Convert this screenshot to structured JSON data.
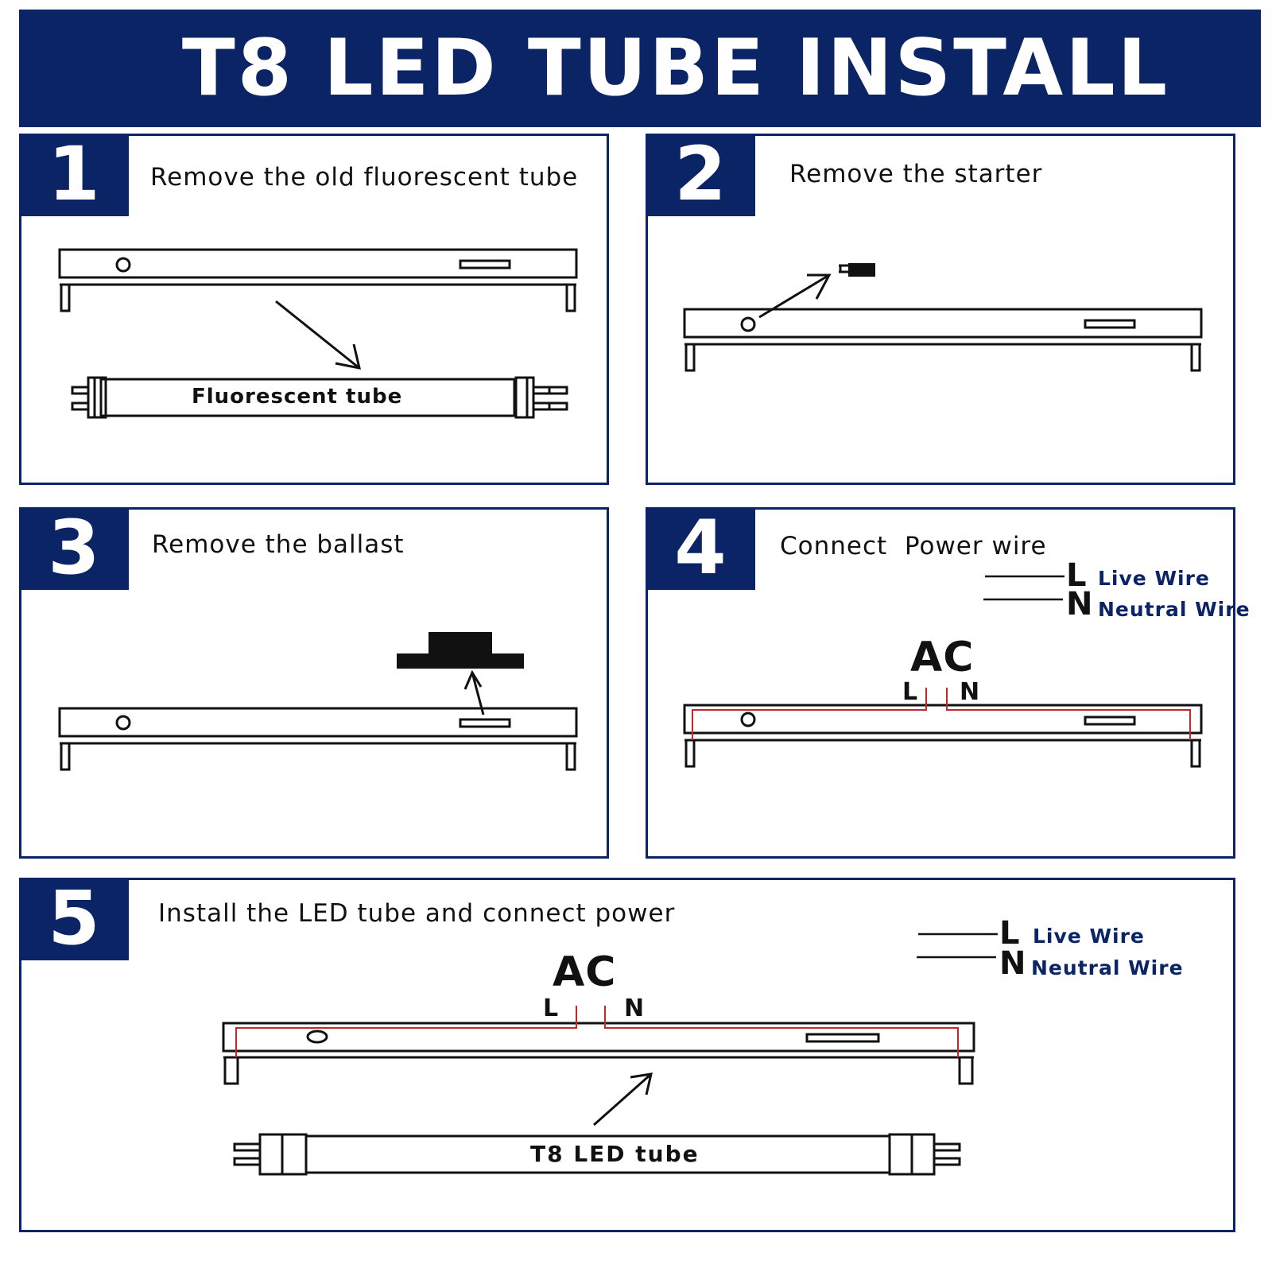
{
  "header": {
    "title": "T8 LED TUBE INSTALL"
  },
  "steps": [
    {
      "number": "1",
      "text": "Remove the old fluorescent tube",
      "tube_label": "Fluorescent tube"
    },
    {
      "number": "2",
      "text": "Remove the starter"
    },
    {
      "number": "3",
      "text": "Remove the ballast"
    },
    {
      "number": "4",
      "text": "Connect  Power wire",
      "ac": "AC",
      "l": "L",
      "n": "N",
      "legend": {
        "l_mark": "L",
        "l_text": "Live Wire",
        "n_mark": "N",
        "n_text": "Neutral Wire"
      }
    },
    {
      "number": "5",
      "text": "Install the LED tube and connect power",
      "ac": "AC",
      "l": "L",
      "n": "N",
      "tube_label": "T8 LED tube",
      "legend": {
        "l_mark": "L",
        "l_text": "Live Wire",
        "n_mark": "N",
        "n_text": "Neutral Wire"
      }
    }
  ],
  "colors": {
    "brand": "#0b2465",
    "wire": "#c0282d",
    "legend_text": "#0b2465"
  }
}
